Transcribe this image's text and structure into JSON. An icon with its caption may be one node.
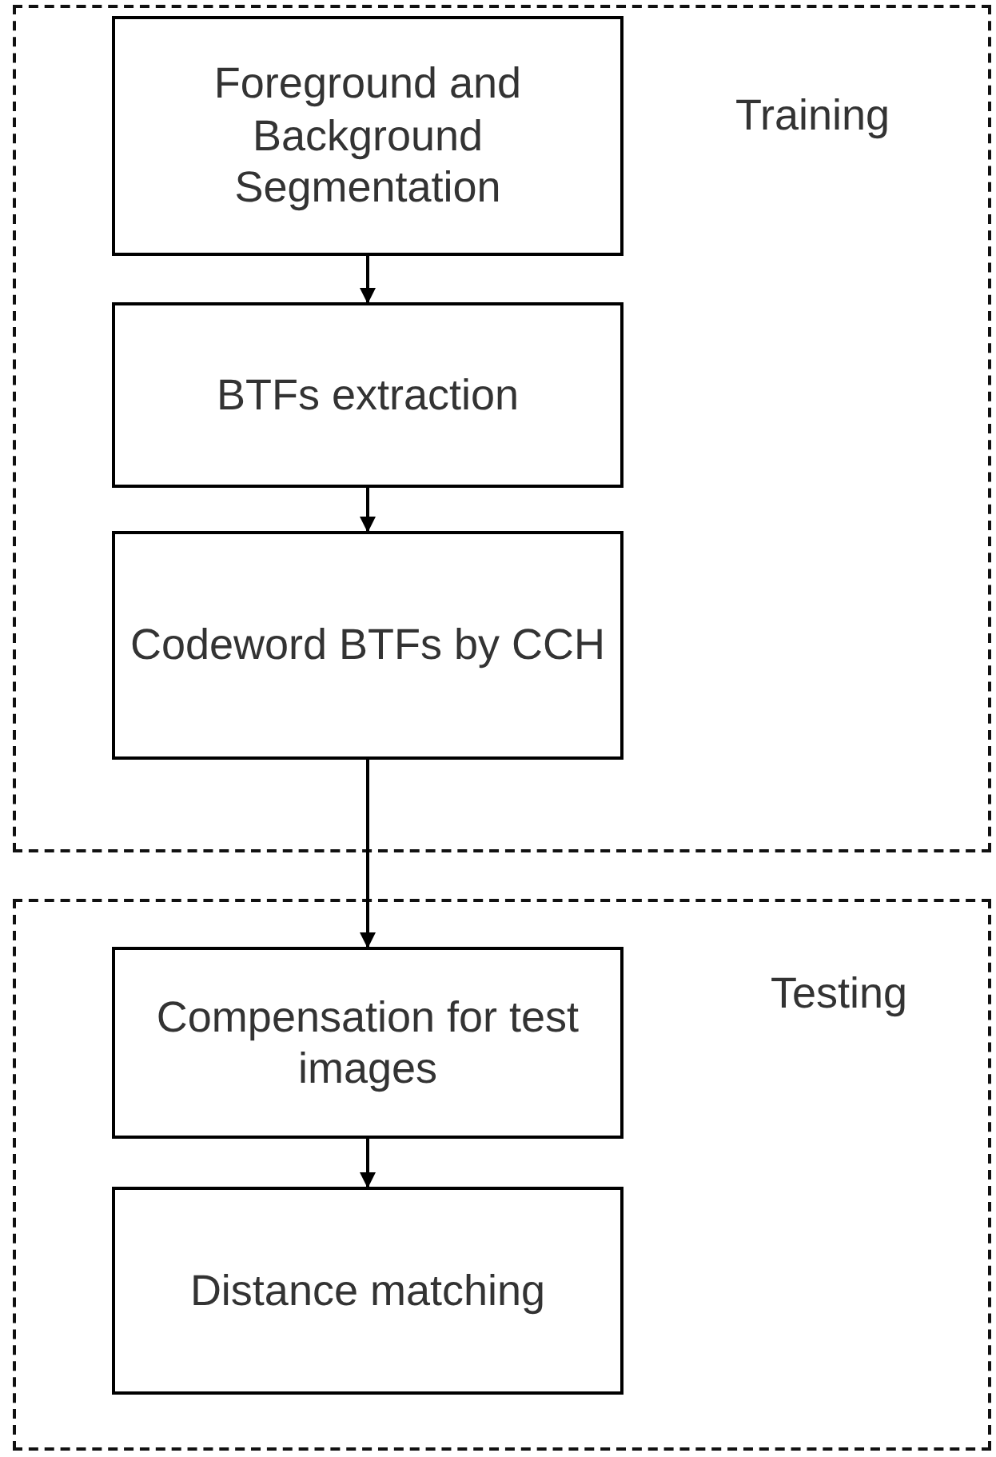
{
  "diagram": {
    "nodes": [
      {
        "text": [
          "Training"
        ]
      },
      {
        "text": [
          "Foreground and Background Segmentation"
        ],
        "in": 0
      },
      {
        "text": [
          "BTFs extraction"
        ],
        "in": 0
      },
      {
        "text": [
          "Codeword BTFs by CCH"
        ],
        "in": 0
      },
      {
        "text": [
          "Testing"
        ]
      },
      {
        "text": [
          "Compensation for test images"
        ],
        "in": 4
      },
      {
        "text": [
          "Distance matching"
        ],
        "in": 4
      }
    ],
    "edges": [
      {
        "from": 1,
        "to": 2,
        "arrow": "to"
      },
      {
        "from": 2,
        "to": 3,
        "arrow": "to"
      },
      {
        "from": 3,
        "to": 5,
        "arrow": "to"
      },
      {
        "from": 5,
        "to": 6,
        "arrow": "to"
      }
    ]
  }
}
